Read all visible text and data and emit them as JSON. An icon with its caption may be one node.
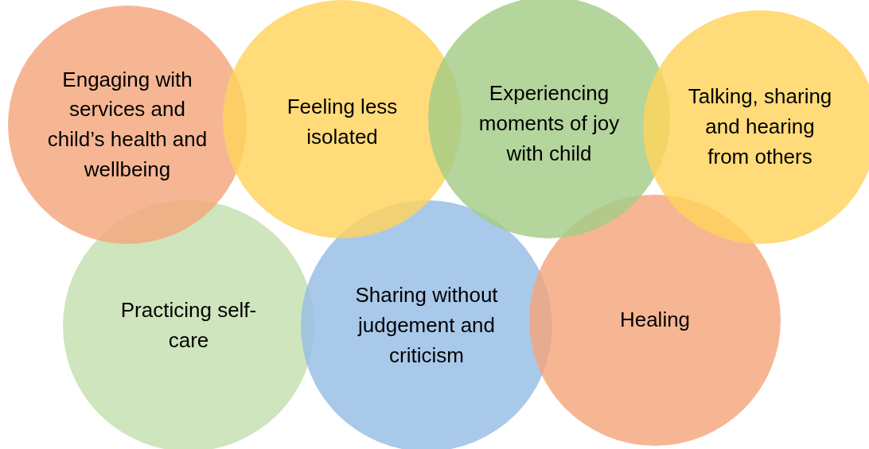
{
  "diagram": {
    "nodes": [
      {
        "text": [
          "Engaging with services and child’s health and wellbeing"
        ]
      },
      {
        "text": [
          "Feeling less isolated"
        ]
      },
      {
        "text": [
          "Experiencing moments of joy with child"
        ]
      },
      {
        "text": [
          "Talking, sharing and hearing from others"
        ]
      },
      {
        "text": [
          "Practicing self-care"
        ]
      },
      {
        "text": [
          "Sharing without judgement and criticism"
        ]
      },
      {
        "text": [
          "Healing"
        ]
      }
    ]
  }
}
